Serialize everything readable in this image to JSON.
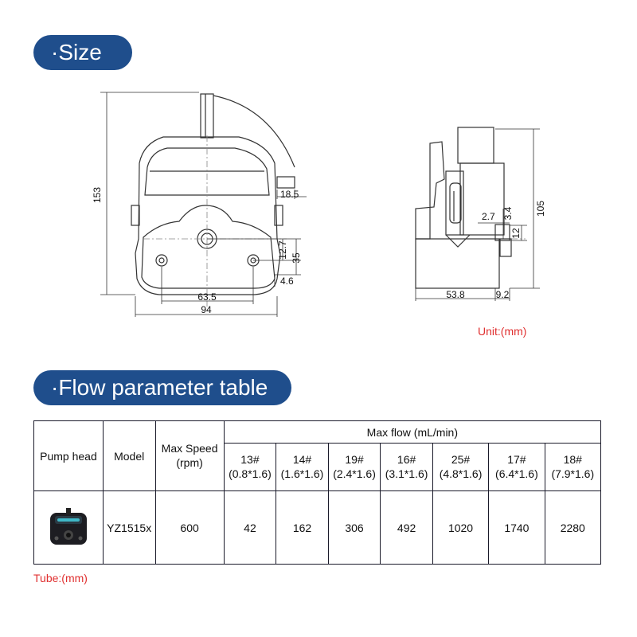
{
  "sections": {
    "size_title": "·Size",
    "flow_title": "·Flow parameter table"
  },
  "drawing": {
    "dim_153": "153",
    "dim_18_5": "18.5",
    "dim_12_7": "12.7",
    "dim_35": "35",
    "dim_4_6": "4.6",
    "dim_63_5": "63.5",
    "dim_94": "94",
    "dim_105": "105",
    "dim_2_7": "2.7",
    "dim_3_4": "3.4",
    "dim_12": "12",
    "dim_53_8": "53.8",
    "dim_9_2": "9.2"
  },
  "unit_label": "Unit:(mm)",
  "tube_label": "Tube:(mm)",
  "table": {
    "headers": {
      "pump_head": "Pump head",
      "model": "Model",
      "max_speed_line1": "Max Speed",
      "max_speed_line2": "(rpm)",
      "max_flow": "Max flow (mL/min)"
    },
    "tubes": [
      {
        "code": "13#",
        "size": "(0.8*1.6)"
      },
      {
        "code": "14#",
        "size": "(1.6*1.6)"
      },
      {
        "code": "19#",
        "size": "(2.4*1.6)"
      },
      {
        "code": "16#",
        "size": "(3.1*1.6)"
      },
      {
        "code": "25#",
        "size": "(4.8*1.6)"
      },
      {
        "code": "17#",
        "size": "(6.4*1.6)"
      },
      {
        "code": "18#",
        "size": "(7.9*1.6)"
      }
    ],
    "row": {
      "model": "YZ1515x",
      "max_speed": "600",
      "flows": [
        "42",
        "162",
        "306",
        "492",
        "1020",
        "1740",
        "2280"
      ]
    }
  }
}
